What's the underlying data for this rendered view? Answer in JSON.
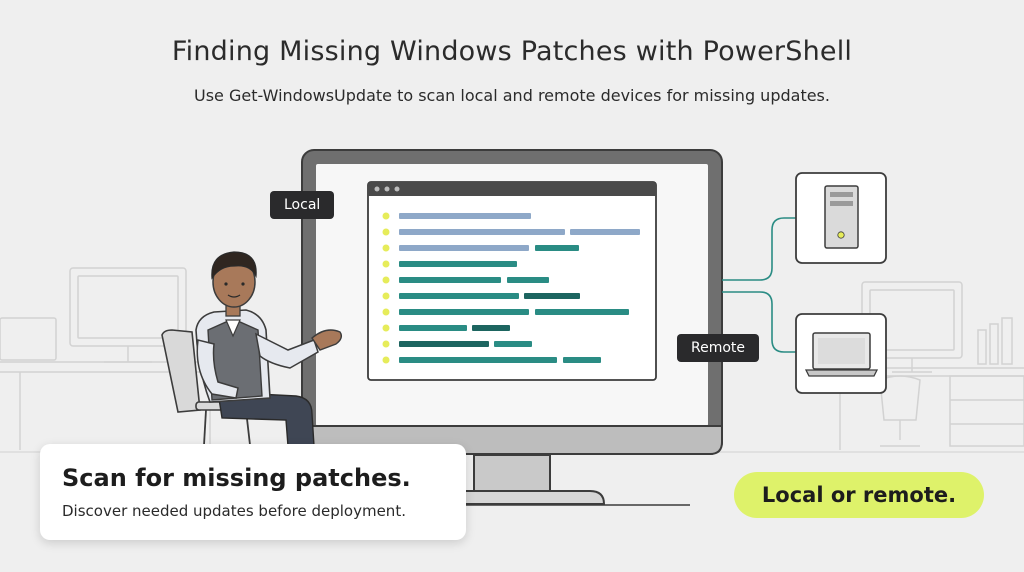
{
  "header": {
    "title": "Finding Missing Windows Patches with PowerShell",
    "subtitle": "Use Get-WindowsUpdate to scan local and remote devices for missing updates."
  },
  "labels": {
    "local": "Local",
    "remote": "Remote"
  },
  "card": {
    "title": "Scan for missing patches.",
    "subtitle": "Discover needed updates before deployment."
  },
  "pill": {
    "text": "Local or remote."
  },
  "colors": {
    "accent_lime": "#def26a",
    "teal": "#2a8c84",
    "teal_dark": "#1d6560",
    "blue_gray": "#8ea8c8",
    "bullet_yellow": "#e6ec5a",
    "tag_dark": "#2a2a2c"
  },
  "icons": [
    "server-tower-icon",
    "laptop-icon",
    "terminal-window-icon",
    "person-illustration"
  ]
}
